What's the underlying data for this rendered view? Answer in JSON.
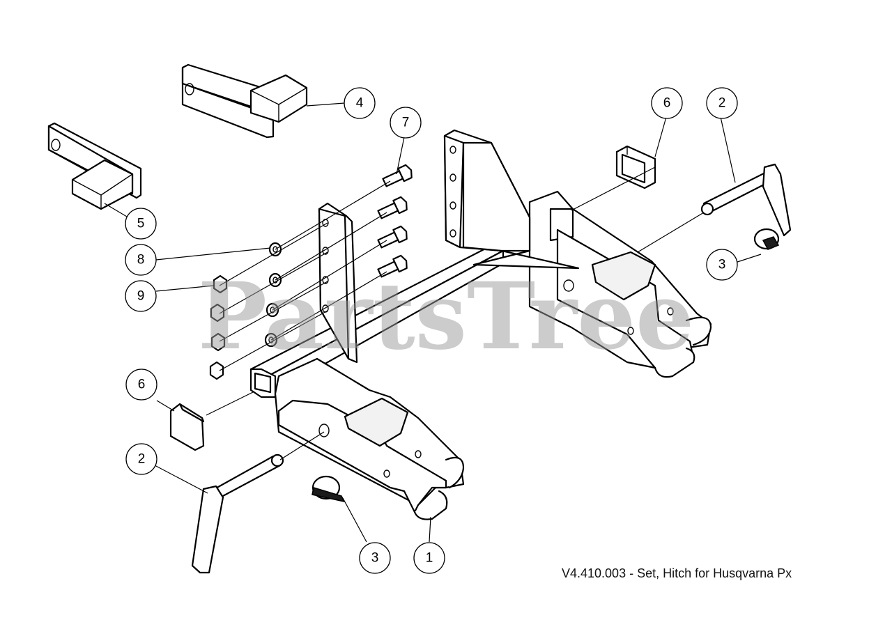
{
  "caption": "V4.410.003 - Set, Hitch for Husqvarna Px",
  "watermark": "PartsTree",
  "callouts": [
    {
      "id": "callout-4",
      "label": "4"
    },
    {
      "id": "callout-5",
      "label": "5"
    },
    {
      "id": "callout-7",
      "label": "7"
    },
    {
      "id": "callout-8",
      "label": "8"
    },
    {
      "id": "callout-9",
      "label": "9"
    },
    {
      "id": "callout-6-right",
      "label": "6"
    },
    {
      "id": "callout-2-right",
      "label": "2"
    },
    {
      "id": "callout-3-right",
      "label": "3"
    },
    {
      "id": "callout-6-left",
      "label": "6"
    },
    {
      "id": "callout-2-left",
      "label": "2"
    },
    {
      "id": "callout-3-left",
      "label": "3"
    },
    {
      "id": "callout-1",
      "label": "1"
    }
  ],
  "colors": {
    "line": "#000000",
    "watermark": "#9a9a9a",
    "background": "#ffffff"
  }
}
